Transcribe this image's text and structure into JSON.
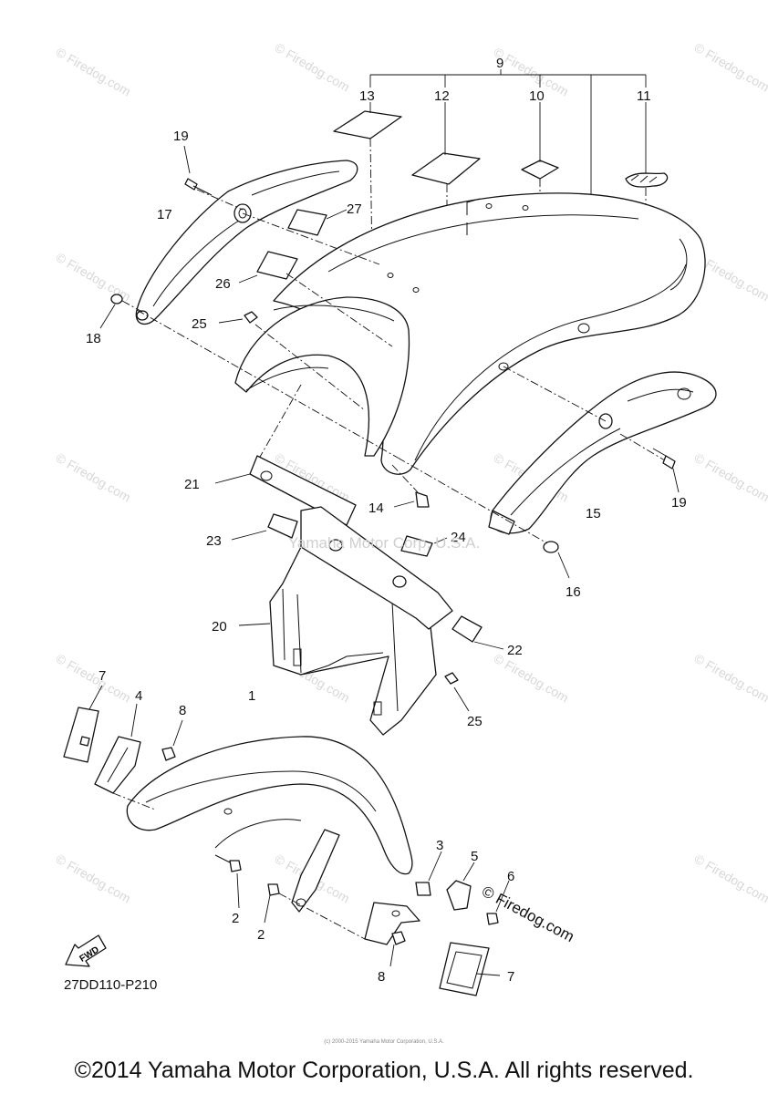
{
  "diagram": {
    "code": "27DD110-P210",
    "copyright": "©2014 Yamaha Motor Corporation, U.S.A. All rights reserved.",
    "center_watermark": "Yamaha Motor Corp, U.S.A.",
    "brand_mark": "© Firedog.com",
    "watermark_text": "© Firedog.com",
    "tiny_note": "(c) 2000-2015 Yamaha Motor Corporation, U.S.A.",
    "fwd_label": "FWD",
    "callouts": [
      {
        "id": "c9",
        "text": "9"
      },
      {
        "id": "c13",
        "text": "13"
      },
      {
        "id": "c12",
        "text": "12"
      },
      {
        "id": "c10",
        "text": "10"
      },
      {
        "id": "c11",
        "text": "11"
      },
      {
        "id": "c19a",
        "text": "19"
      },
      {
        "id": "c17",
        "text": "17"
      },
      {
        "id": "c27",
        "text": "27"
      },
      {
        "id": "c26",
        "text": "26"
      },
      {
        "id": "c25a",
        "text": "25"
      },
      {
        "id": "c18",
        "text": "18"
      },
      {
        "id": "c21",
        "text": "21"
      },
      {
        "id": "c14",
        "text": "14"
      },
      {
        "id": "c15",
        "text": "15"
      },
      {
        "id": "c19b",
        "text": "19"
      },
      {
        "id": "c23",
        "text": "23"
      },
      {
        "id": "c24",
        "text": "24"
      },
      {
        "id": "c16",
        "text": "16"
      },
      {
        "id": "c20",
        "text": "20"
      },
      {
        "id": "c22",
        "text": "22"
      },
      {
        "id": "c25b",
        "text": "25"
      },
      {
        "id": "c7a",
        "text": "7"
      },
      {
        "id": "c4",
        "text": "4"
      },
      {
        "id": "c8a",
        "text": "8"
      },
      {
        "id": "c1",
        "text": "1"
      },
      {
        "id": "c3",
        "text": "3"
      },
      {
        "id": "c5",
        "text": "5"
      },
      {
        "id": "c6",
        "text": "6"
      },
      {
        "id": "c2a",
        "text": "2"
      },
      {
        "id": "c2b",
        "text": "2"
      },
      {
        "id": "c8b",
        "text": "8"
      },
      {
        "id": "c7b",
        "text": "7"
      }
    ]
  }
}
